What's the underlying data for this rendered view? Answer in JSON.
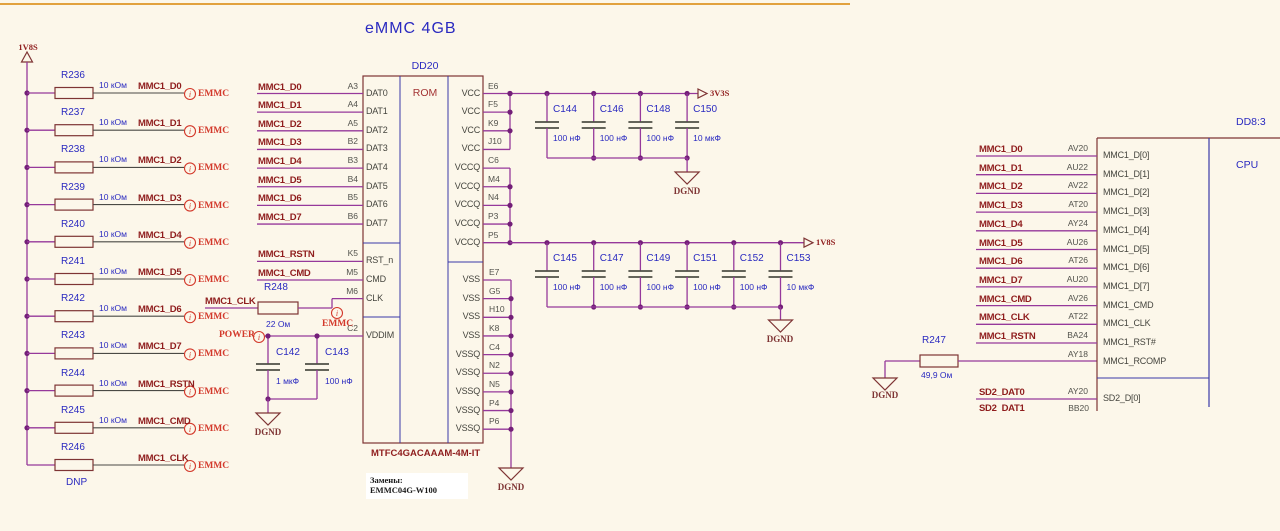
{
  "title": "eMMC 4GB",
  "colors": {
    "background": "#FCF7EA",
    "accent_line": "#E2A23E",
    "wire": "#96399B",
    "junction": "#731F78",
    "component_outline": "#7E3434",
    "reference_text": "#2A2AC0",
    "net_label": "#8F1D1D",
    "flag_red": "#D3392B",
    "pin_text": "#4A4A45",
    "plate": "#4F4F46"
  },
  "flags": {
    "info_char": "i"
  },
  "ground_label": "DGND",
  "rails": {
    "v1v8_left": "1V8S",
    "v3v3": "3V3S",
    "v1v8_right": "1V8S"
  },
  "left_pullups": {
    "rail_label": "1V8S",
    "rows": [
      {
        "ref": "R236",
        "value": "10 кОм",
        "net": "MMC1_D0",
        "flag": "EMMC",
        "note": ""
      },
      {
        "ref": "R237",
        "value": "10 кОм",
        "net": "MMC1_D1",
        "flag": "EMMC",
        "note": ""
      },
      {
        "ref": "R238",
        "value": "10 кОм",
        "net": "MMC1_D2",
        "flag": "EMMC",
        "note": ""
      },
      {
        "ref": "R239",
        "value": "10 кОм",
        "net": "MMC1_D3",
        "flag": "EMMC",
        "note": ""
      },
      {
        "ref": "R240",
        "value": "10 кОм",
        "net": "MMC1_D4",
        "flag": "EMMC",
        "note": ""
      },
      {
        "ref": "R241",
        "value": "10 кОм",
        "net": "MMC1_D5",
        "flag": "EMMC",
        "note": ""
      },
      {
        "ref": "R242",
        "value": "10 кОм",
        "net": "MMC1_D6",
        "flag": "EMMC",
        "note": ""
      },
      {
        "ref": "R243",
        "value": "10 кОм",
        "net": "MMC1_D7",
        "flag": "EMMC",
        "note": ""
      },
      {
        "ref": "R244",
        "value": "10 кОм",
        "net": "MMC1_RSTN",
        "flag": "EMMC",
        "note": ""
      },
      {
        "ref": "R245",
        "value": "10 кОм",
        "net": "MMC1_CMD",
        "flag": "EMMC",
        "note": ""
      },
      {
        "ref": "R246",
        "value": "",
        "net": "MMC1_CLK",
        "flag": "EMMC",
        "note": "DNP"
      }
    ]
  },
  "emmc_chip": {
    "designator": "DD20",
    "symbol_label": "ROM",
    "part_number": "MTFC4GACAAAM-4M-IT",
    "replacement": {
      "title": "Замены:",
      "value": "EMMC04G-W100"
    },
    "left_pins": [
      {
        "name": "DAT0",
        "pin": "A3",
        "net": "MMC1_D0"
      },
      {
        "name": "DAT1",
        "pin": "A4",
        "net": "MMC1_D1"
      },
      {
        "name": "DAT2",
        "pin": "A5",
        "net": "MMC1_D2"
      },
      {
        "name": "DAT3",
        "pin": "B2",
        "net": "MMC1_D3"
      },
      {
        "name": "DAT4",
        "pin": "B3",
        "net": "MMC1_D4"
      },
      {
        "name": "DAT5",
        "pin": "B4",
        "net": "MMC1_D5"
      },
      {
        "name": "DAT6",
        "pin": "B5",
        "net": "MMC1_D6"
      },
      {
        "name": "DAT7",
        "pin": "B6",
        "net": "MMC1_D7"
      },
      {
        "name": "RST_n",
        "pin": "K5",
        "net": "MMC1_RSTN"
      },
      {
        "name": "CMD",
        "pin": "M5",
        "net": "MMC1_CMD"
      },
      {
        "name": "CLK",
        "pin": "M6",
        "net": ""
      },
      {
        "name": "VDDIM",
        "pin": "C2",
        "net": ""
      }
    ],
    "right_pins_top": [
      {
        "name": "VCC",
        "pin": "E6"
      },
      {
        "name": "VCC",
        "pin": "F5"
      },
      {
        "name": "VCC",
        "pin": "K9"
      },
      {
        "name": "VCC",
        "pin": "J10"
      },
      {
        "name": "VCCQ",
        "pin": "C6"
      },
      {
        "name": "VCCQ",
        "pin": "M4"
      },
      {
        "name": "VCCQ",
        "pin": "N4"
      },
      {
        "name": "VCCQ",
        "pin": "P3"
      },
      {
        "name": "VCCQ",
        "pin": "P5"
      }
    ],
    "right_pins_bottom": [
      {
        "name": "VSS",
        "pin": "E7"
      },
      {
        "name": "VSS",
        "pin": "G5"
      },
      {
        "name": "VSS",
        "pin": "H10"
      },
      {
        "name": "VSS",
        "pin": "K8"
      },
      {
        "name": "VSSQ",
        "pin": "C4"
      },
      {
        "name": "VSSQ",
        "pin": "N2"
      },
      {
        "name": "VSSQ",
        "pin": "N5"
      },
      {
        "name": "VSSQ",
        "pin": "P4"
      },
      {
        "name": "VSSQ",
        "pin": "P6"
      }
    ]
  },
  "clk_resistor": {
    "ref": "R248",
    "value": "22 Ом",
    "net": "MMC1_CLK",
    "flag": "EMMC"
  },
  "vdd_filter": {
    "power_label": "POWER",
    "caps": [
      {
        "ref": "C142",
        "value": "1 мкФ"
      },
      {
        "ref": "C143",
        "value": "100 нФ"
      }
    ]
  },
  "cap_bank_3v3": {
    "rail": "3V3S",
    "caps": [
      {
        "ref": "C144",
        "value": "100 нФ"
      },
      {
        "ref": "C146",
        "value": "100 нФ"
      },
      {
        "ref": "C148",
        "value": "100 нФ"
      },
      {
        "ref": "C150",
        "value": "10 мкФ"
      }
    ]
  },
  "cap_bank_1v8": {
    "rail": "1V8S",
    "caps": [
      {
        "ref": "C145",
        "value": "100 нФ"
      },
      {
        "ref": "C147",
        "value": "100 нФ"
      },
      {
        "ref": "C149",
        "value": "100 нФ"
      },
      {
        "ref": "C151",
        "value": "100 нФ"
      },
      {
        "ref": "C152",
        "value": "100 нФ"
      },
      {
        "ref": "C153",
        "value": "10 мкФ"
      }
    ]
  },
  "rcomp_resistor": {
    "ref": "R247",
    "value": "49,9 Ом"
  },
  "cpu_chip": {
    "designator": "DD8:3",
    "symbol_label": "CPU",
    "pins": [
      {
        "net": "MMC1_D0",
        "pin": "AV20",
        "name": "MMC1_D[0]"
      },
      {
        "net": "MMC1_D1",
        "pin": "AU22",
        "name": "MMC1_D[1]"
      },
      {
        "net": "MMC1_D2",
        "pin": "AV22",
        "name": "MMC1_D[2]"
      },
      {
        "net": "MMC1_D3",
        "pin": "AT20",
        "name": "MMC1_D[3]"
      },
      {
        "net": "MMC1_D4",
        "pin": "AY24",
        "name": "MMC1_D[4]"
      },
      {
        "net": "MMC1_D5",
        "pin": "AU26",
        "name": "MMC1_D[5]"
      },
      {
        "net": "MMC1_D6",
        "pin": "AT26",
        "name": "MMC1_D[6]"
      },
      {
        "net": "MMC1_D7",
        "pin": "AU20",
        "name": "MMC1_D[7]"
      },
      {
        "net": "MMC1_CMD",
        "pin": "AV26",
        "name": "MMC1_CMD"
      },
      {
        "net": "MMC1_CLK",
        "pin": "AT22",
        "name": "MMC1_CLK"
      },
      {
        "net": "MMC1_RSTN",
        "pin": "BA24",
        "name": "MMC1_RST#"
      },
      {
        "net": "",
        "pin": "AY18",
        "name": "MMC1_RCOMP"
      },
      {
        "net": "SD2_DAT0",
        "pin": "AY20",
        "name": "SD2_D[0]"
      }
    ],
    "partial_pin": {
      "net": "SD2_DAT1",
      "pin": "BB20"
    }
  }
}
